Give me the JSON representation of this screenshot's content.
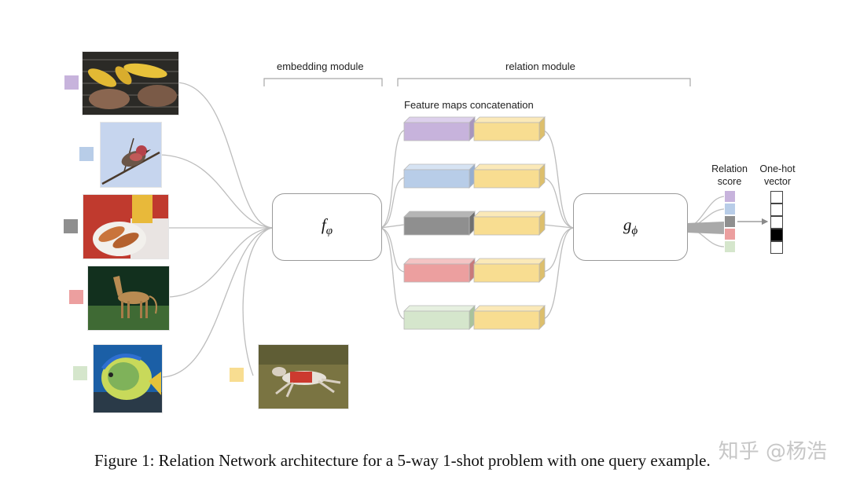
{
  "module_labels": {
    "embedding": "embedding module",
    "relation": "relation module",
    "concat": "Feature maps concatenation"
  },
  "embedding_fn": {
    "symbol": "f",
    "subscript": "φ"
  },
  "relation_fn": {
    "symbol": "g",
    "subscript": "ϕ"
  },
  "relation_score_label": "Relation\nscore",
  "one_hot_label": "One-hot\nvector",
  "caption": "Figure 1: Relation Network architecture for a 5-way 1-shot problem with one query example.",
  "watermark": "知乎 @杨浩",
  "colors": {
    "class_1": "#c7b3dc",
    "class_2": "#b8cde8",
    "class_3": "#8f8f8f",
    "class_4": "#ec9f9f",
    "class_5": "#d5e6cc",
    "query": "#f8dd91",
    "connector": "#b9b9b9"
  },
  "support_images": [
    {
      "icon": "corn-and-meat-photo"
    },
    {
      "icon": "bird-on-branch-photo"
    },
    {
      "icon": "hot-dogs-photo"
    },
    {
      "icon": "standing-dog-photo"
    },
    {
      "icon": "tropical-fish-photo"
    }
  ],
  "query_image": {
    "icon": "running-dog-photo"
  },
  "one_hot_active_index": 3
}
